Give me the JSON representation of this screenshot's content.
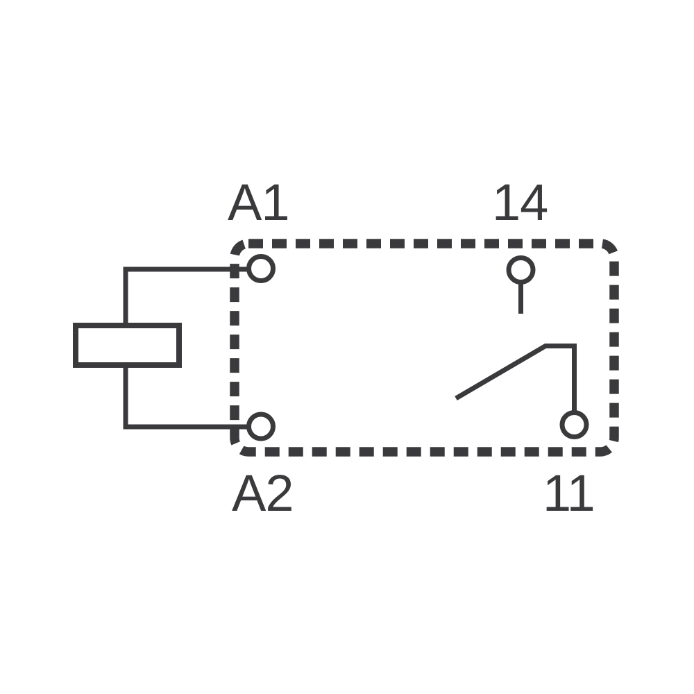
{
  "diagram": {
    "type": "relay-contact-schematic",
    "labels": {
      "coil_terminal_top": "A1",
      "coil_terminal_bottom": "A2",
      "contact_terminal_top": "14",
      "contact_terminal_bottom": "11"
    },
    "colors": {
      "line": "#3a3a3c",
      "background": "#ffffff",
      "terminal_fill": "#ffffff"
    }
  }
}
